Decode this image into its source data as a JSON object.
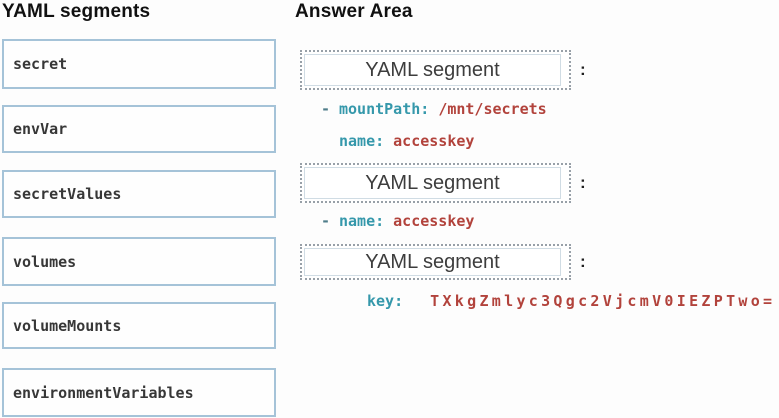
{
  "left_panel": {
    "title": "YAML segments",
    "items": [
      "secret",
      "envVar",
      "secretValues",
      "volumes",
      "volumeMounts",
      "environmentVariables"
    ]
  },
  "answer_area": {
    "title": "Answer Area",
    "slots": [
      {
        "placeholder": "YAML segment",
        "colon": ":"
      },
      {
        "placeholder": "YAML segment",
        "colon": ":"
      },
      {
        "placeholder": "YAML segment",
        "colon": ":"
      }
    ],
    "code_lines": [
      {
        "prefix": "-",
        "key": "mountPath:",
        "value": "/mnt/secrets"
      },
      {
        "prefix": "",
        "key": "name:",
        "value": "accesskey"
      },
      {
        "prefix": "-",
        "key": "name:",
        "value": "accesskey"
      },
      {
        "prefix": "",
        "key": "key:",
        "value": "TXkgZmlyc3Qgc2VjcmV0IEZPTwo="
      }
    ]
  },
  "colors": {
    "teal": "#3598ab",
    "red": "#b2433c",
    "dash": "#4f7d8a",
    "box-border": "#a5c3d8",
    "dot-border": "#98a0a8",
    "inner-border": "#d0dce4",
    "text-dark": "#373737",
    "heading": "#111111"
  }
}
